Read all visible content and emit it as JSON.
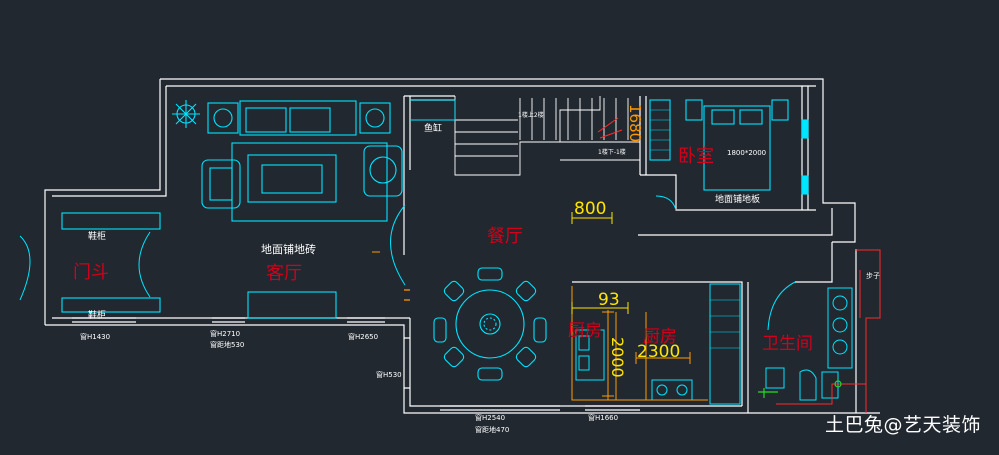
{
  "colors": {
    "background": "#212830",
    "wall": "#ffffff",
    "furniture": "#00e5ff",
    "room_label": "#d2001a",
    "dimension": "#ffe500",
    "orange": "#ff9a00",
    "green": "#22dd22",
    "magenta": "#ff4dff"
  },
  "rooms": {
    "entry": "门斗",
    "living": "客厅",
    "dining": "餐厅",
    "bedroom": "卧室",
    "kitchen": "厨房",
    "kitchen2": "厨房",
    "bathroom": "卫生间"
  },
  "labels": {
    "living_floor": "地面铺地砖",
    "bedroom_floor": "地面铺地板",
    "shoe_cabinet_top": "鞋柜",
    "shoe_cabinet_bottom": "鞋柜",
    "fish_tank": "鱼缸",
    "stair_up": "1楼上2楼",
    "stair_down": "1楼下-1楼",
    "bed_size": "1800*2000",
    "small_step": "步子",
    "win_entry": "窗H1430",
    "win_living_h": "窗H2710",
    "win_living_sill": "窗距地530",
    "win_right": "窗H2650",
    "win_side": "窗H530",
    "win_dining_h": "窗H2540",
    "win_dining_sill": "窗距地470",
    "win_kitchen": "窗H1660"
  },
  "dimensions": {
    "d800": "800",
    "d1680": "1680",
    "d93": "93",
    "d2000": "2000",
    "d2300": "2300"
  },
  "watermark": "土巴兔@艺天装饰"
}
